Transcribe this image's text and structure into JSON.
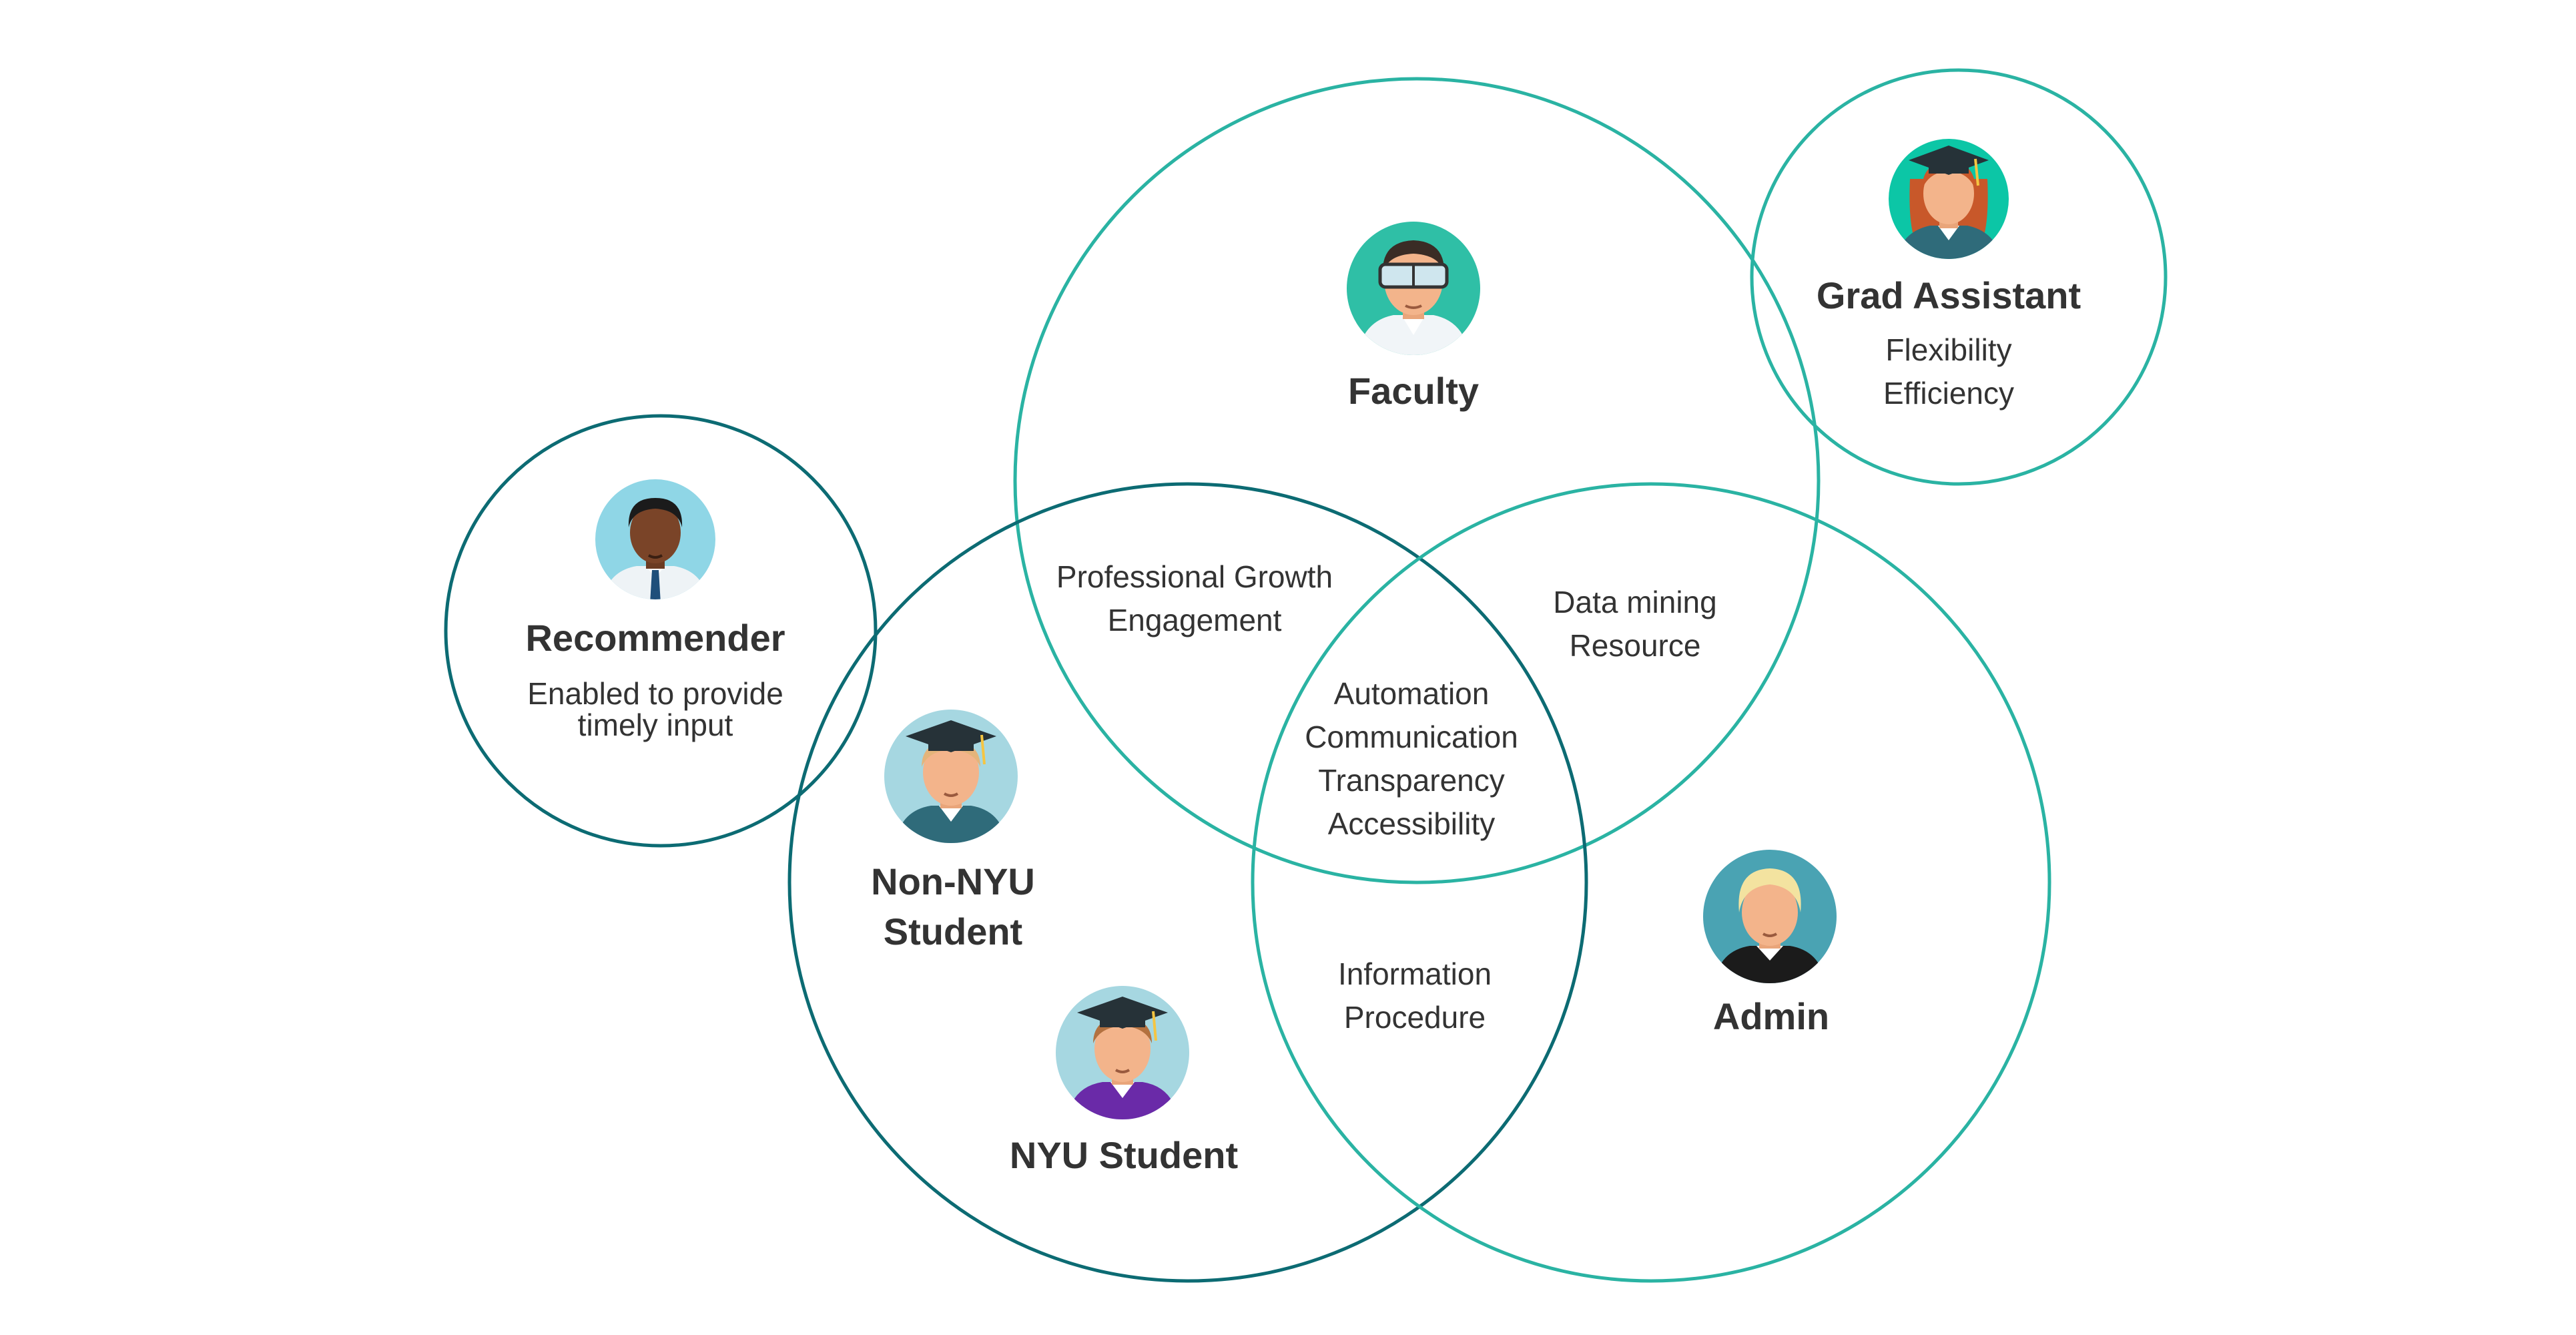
{
  "colors": {
    "teal_light": "#2ab3a3",
    "teal_dark": "#0c6b73",
    "text": "#333333"
  },
  "roles": {
    "faculty": {
      "name": "Faculty",
      "icon": "faculty-avatar-icon"
    },
    "grad_assistant": {
      "name": "Grad Assistant",
      "icon": "grad-assistant-avatar-icon",
      "values": [
        "Flexibility",
        "Efficiency"
      ]
    },
    "recommender": {
      "name": "Recommender",
      "icon": "recommender-avatar-icon",
      "values": [
        "Enabled to provide",
        "timely input"
      ]
    },
    "non_nyu_student": {
      "name_lines": [
        "Non-NYU",
        "Student"
      ],
      "icon": "non-nyu-student-avatar-icon"
    },
    "nyu_student": {
      "name": "NYU Student",
      "icon": "nyu-student-avatar-icon"
    },
    "admin": {
      "name": "Admin",
      "icon": "admin-avatar-icon"
    }
  },
  "overlaps": {
    "faculty_student": [
      "Professional Growth",
      "Engagement"
    ],
    "faculty_admin": [
      "Data mining",
      "Resource"
    ],
    "all_three": [
      "Automation",
      "Communication",
      "Transparency",
      "Accessibility"
    ],
    "student_admin": [
      "Information",
      "Procedure"
    ]
  }
}
